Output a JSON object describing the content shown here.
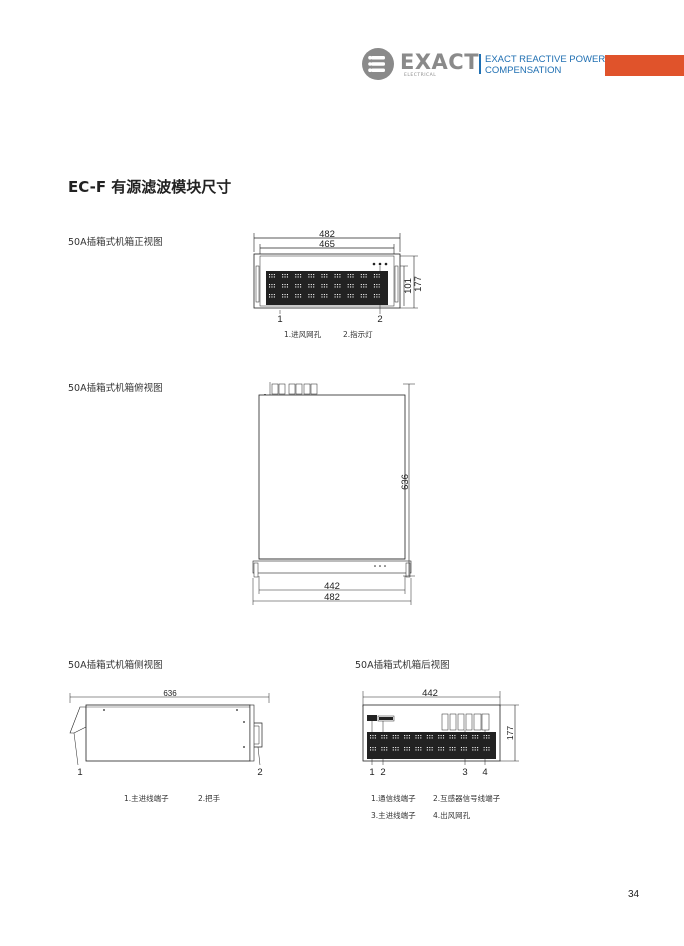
{
  "header": {
    "logo_word": "EXACT",
    "logo_sub": "ELECTRICAL",
    "tagline_line1": "EXACT REACTIVE POWER",
    "tagline_line2": "COMPENSATION",
    "accent_color": "#e0532b",
    "brand_color": "#1f6fb2"
  },
  "title": "EC-F  有源滤波模块尺寸",
  "front_view": {
    "caption": "50A插箱式机箱正视图",
    "dim_482": "482",
    "dim_465": "465",
    "dim_101": "101",
    "dim_177": "177",
    "label_1": "1",
    "label_2": "2",
    "note_1": "1.进风网孔",
    "note_2": "2.指示灯"
  },
  "top_view": {
    "caption": "50A插箱式机箱俯视图",
    "dim_636": "636",
    "dim_442": "442",
    "dim_482": "482"
  },
  "side_view": {
    "caption": "50A插箱式机箱侧视图",
    "dim_636": "636",
    "label_1": "1",
    "label_2": "2",
    "note_1": "1.主进线端子",
    "note_2": "2.把手"
  },
  "rear_view": {
    "caption": "50A插箱式机箱后视图",
    "dim_442": "442",
    "dim_177": "177",
    "label_1": "1",
    "label_2": "2",
    "label_3": "3",
    "label_4": "4",
    "note_1": "1.通信线端子",
    "note_2": "2.互感器信号线端子",
    "note_3": "3.主进线端子",
    "note_4": "4.出风网孔"
  },
  "page_number": "34"
}
